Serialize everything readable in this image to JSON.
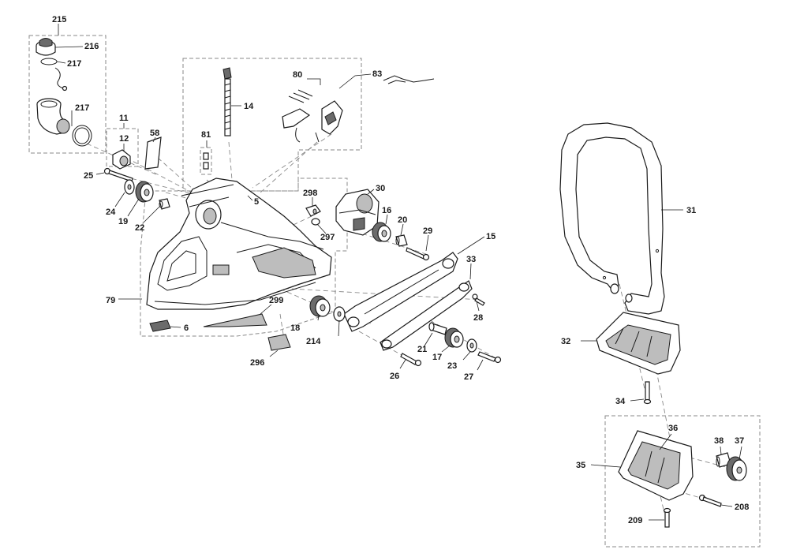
{
  "callouts": [
    {
      "id": "c215",
      "text": "215"
    },
    {
      "id": "c216",
      "text": "216"
    },
    {
      "id": "c217a",
      "text": "217"
    },
    {
      "id": "c217b",
      "text": "217"
    },
    {
      "id": "c11",
      "text": "11"
    },
    {
      "id": "c12",
      "text": "12"
    },
    {
      "id": "c58",
      "text": "58"
    },
    {
      "id": "c14",
      "text": "14"
    },
    {
      "id": "c81",
      "text": "81"
    },
    {
      "id": "c80",
      "text": "80"
    },
    {
      "id": "c83",
      "text": "83"
    },
    {
      "id": "c25",
      "text": "25"
    },
    {
      "id": "c24",
      "text": "24"
    },
    {
      "id": "c19",
      "text": "19"
    },
    {
      "id": "c22",
      "text": "22"
    },
    {
      "id": "c5",
      "text": "5"
    },
    {
      "id": "c298",
      "text": "298"
    },
    {
      "id": "c30",
      "text": "30"
    },
    {
      "id": "c297",
      "text": "297"
    },
    {
      "id": "c16",
      "text": "16"
    },
    {
      "id": "c20",
      "text": "20"
    },
    {
      "id": "c29",
      "text": "29"
    },
    {
      "id": "c15",
      "text": "15"
    },
    {
      "id": "c33",
      "text": "33"
    },
    {
      "id": "c79",
      "text": "79"
    },
    {
      "id": "c299",
      "text": "299"
    },
    {
      "id": "c6",
      "text": "6"
    },
    {
      "id": "c18",
      "text": "18"
    },
    {
      "id": "c214",
      "text": "214"
    },
    {
      "id": "c296",
      "text": "296"
    },
    {
      "id": "c28",
      "text": "28"
    },
    {
      "id": "c21",
      "text": "21"
    },
    {
      "id": "c17",
      "text": "17"
    },
    {
      "id": "c23",
      "text": "23"
    },
    {
      "id": "c26",
      "text": "26"
    },
    {
      "id": "c27",
      "text": "27"
    },
    {
      "id": "c31",
      "text": "31"
    },
    {
      "id": "c32",
      "text": "32"
    },
    {
      "id": "c34",
      "text": "34"
    },
    {
      "id": "c36",
      "text": "36"
    },
    {
      "id": "c38",
      "text": "38"
    },
    {
      "id": "c37",
      "text": "37"
    },
    {
      "id": "c35",
      "text": "35"
    },
    {
      "id": "c208",
      "text": "208"
    },
    {
      "id": "c209",
      "text": "209"
    }
  ]
}
